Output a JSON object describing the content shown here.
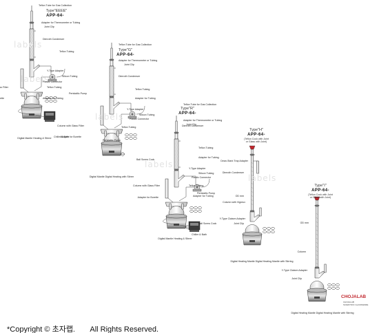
{
  "watermark": "labels",
  "setups": [
    {
      "type_label": "Type\"EEEE\"",
      "code": "APP-64-",
      "labels": [
        "Teflon Tube for Gas Collection",
        "Adapter for Thermometer or Tubing",
        "Joint Clip",
        "Dimroth Condenser",
        "Teflon Tubing",
        "Y-Type Adapter",
        "Silicon Tubing",
        "Plastic Connector",
        "Teflon Tubing",
        "Adapter for Tubing",
        "Column with Glass Filter",
        "Peristaltic Pump",
        "Adapter for Burette",
        "Chiller & Bath",
        "Digital Mantle Heating & Stirrer"
      ]
    },
    {
      "type_label": "Type\"G\"",
      "code": "APP-64-",
      "labels": [
        "Teflon Tube for Gas Collection",
        "Adapter for Thermometer or Tubing",
        "Joint Clip",
        "Dimroth Condenser",
        "Teflon Tubing",
        "Adapter for Tubing",
        "Y-Type Adapter",
        "Silicon Tubing",
        "Plastic Connector",
        "Teflon Tubing",
        "Peristaltic Pump",
        "Column with Glass Filter",
        "Adapter for Burette",
        "Ball Screw Cock",
        "Digital Mantle Digital Heating with Stirrer"
      ]
    },
    {
      "type_label": "Type\"R\"",
      "code": "APP-64-",
      "labels": [
        "Teflon Tube for Gas Collection",
        "Adapter for Thermometer or Tubing",
        "Joint Clip",
        "Dimroth Condenser",
        "Teflon Tubing",
        "Adapter for Tubing",
        "Y-Type Adapter",
        "Silicon Tubing",
        "Plastic Connector",
        "Teflon Tubing",
        "Peristaltic Pump",
        "Column with Glass Filter",
        "Adapter for Tubing",
        "Adapter for Burette",
        "Ball Screw Cock",
        "Chiller & Bath",
        "Digital Mantle Heating & Stirrer"
      ]
    },
    {
      "type_label": "Type\"H\"",
      "code": "APP-64-",
      "note": "(Teflon Cock with Joint\nor Glass with Joint)",
      "labels": [
        "Dean-Stark Trap Adapter",
        "Dimroth Condenser",
        "OD mm",
        "Column with Vigreux",
        "Y-Type Claisen Adapter",
        "Joint Clip",
        "Digital Heating Mantle Digital Heating Mantle with Stirring"
      ]
    },
    {
      "type_label": "Type\"I\"",
      "code": "APP-64-",
      "note": "(Teflon Cock with Joint\nor Glass with Joint)",
      "labels": [
        "OD mm",
        "Column",
        "Y-Type Claisen Adapter",
        "Joint Clip",
        "Digital Heating Mantle Digital Heating Mantle with Stirring"
      ]
    }
  ],
  "brand": {
    "name": "CHOJALAB",
    "note": "CHOJALAB\nSCIENTIFIC GLASSWARE"
  },
  "footer": {
    "copyright": "*Copyright © 초자랩.       All Rights Reserved."
  }
}
